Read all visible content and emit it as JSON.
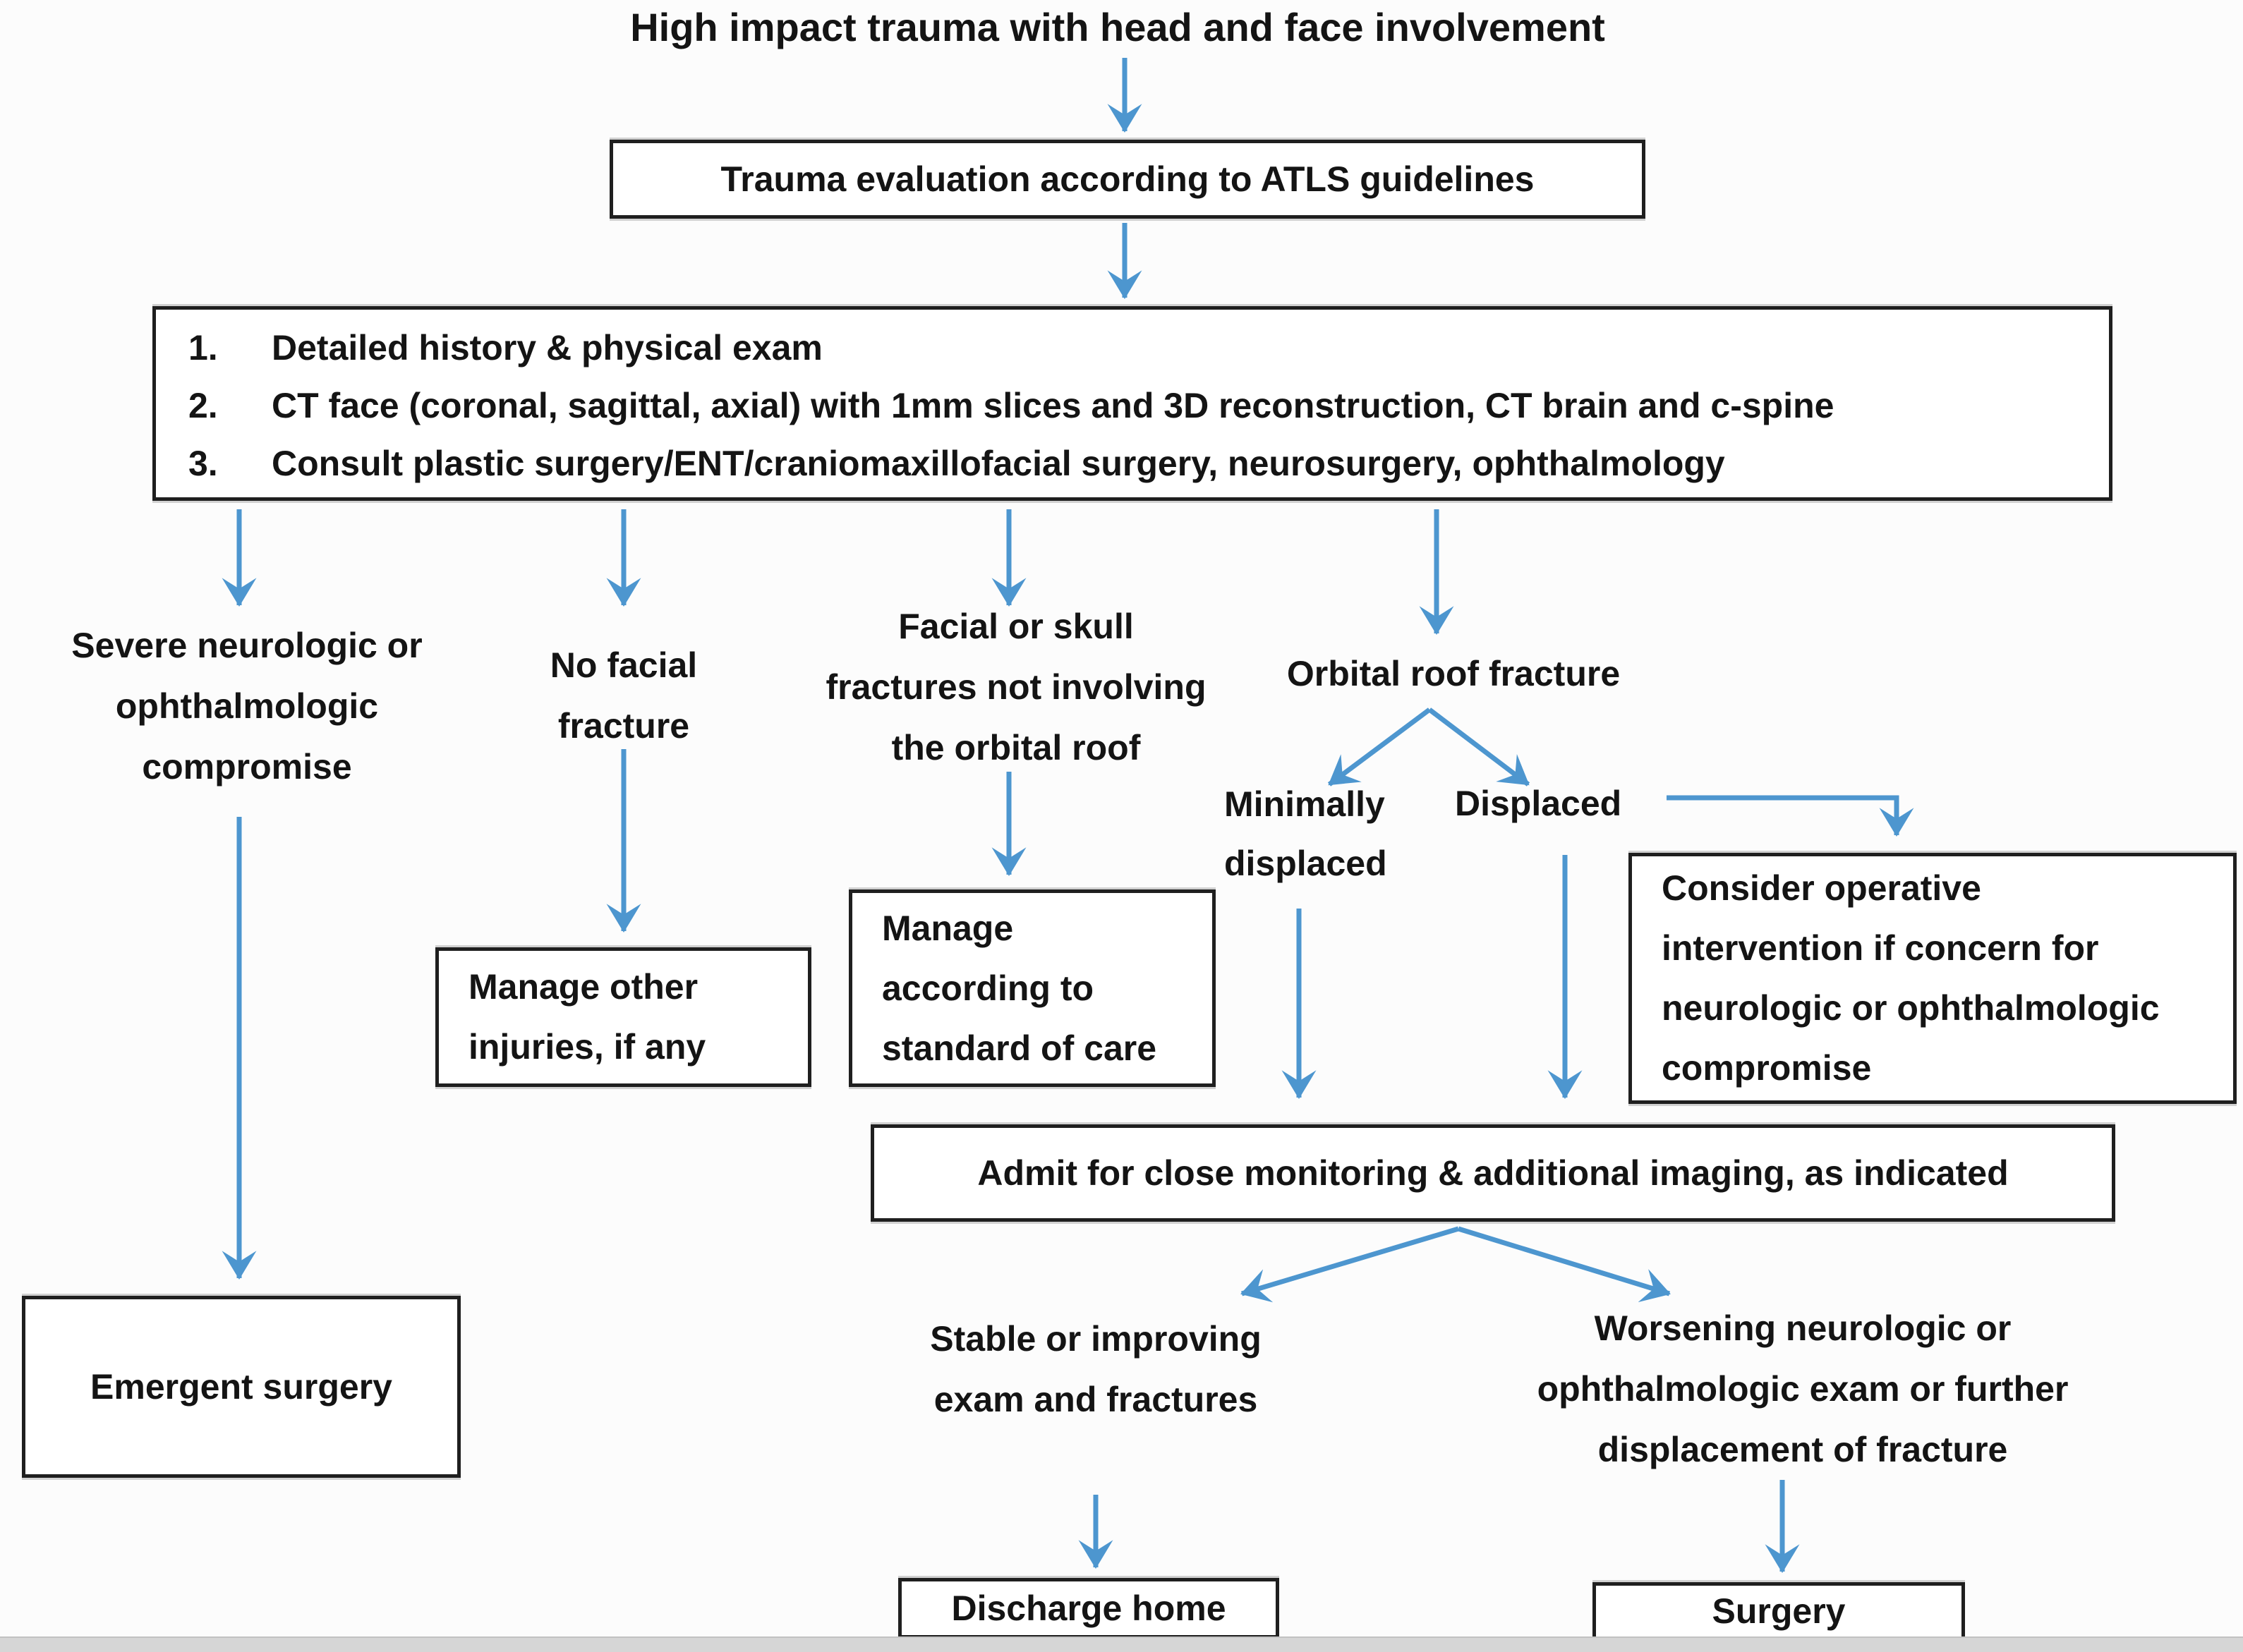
{
  "colors": {
    "arrow": "#4d96cf",
    "box_border": "#1f1f1f",
    "text": "#141414",
    "background": "#fcfcfc",
    "bottom_strip": "#d6d6d6"
  },
  "figure": {
    "title": "High impact trauma with head and face involvement"
  },
  "nodes": {
    "atls": {
      "label": "Trauma evaluation according to ATLS guidelines"
    },
    "workup": {
      "items": [
        {
          "num": "1.",
          "text": "Detailed history & physical exam"
        },
        {
          "num": "2.",
          "text": "CT face (coronal, sagittal, axial) with 1mm slices and 3D reconstruction, CT brain and c-spine"
        },
        {
          "num": "3.",
          "text": "Consult plastic surgery/ENT/craniomaxillofacial surgery, neurosurgery, ophthalmology"
        }
      ]
    },
    "severe": {
      "lines": [
        "Severe neurologic or",
        "ophthalmologic",
        "compromise"
      ]
    },
    "no_facial": {
      "lines": [
        "No facial",
        "fracture"
      ]
    },
    "facial_skull": {
      "lines": [
        "Facial or skull",
        "fractures not involving",
        "the orbital roof"
      ]
    },
    "orbital": {
      "label": "Orbital roof fracture"
    },
    "minimally": {
      "lines": [
        "Minimally",
        "displaced"
      ]
    },
    "displaced": {
      "label": "Displaced"
    },
    "consider": {
      "lines": [
        "Consider operative",
        "intervention if concern for",
        "neurologic or ophthalmologic",
        "compromise"
      ]
    },
    "manage_other": {
      "lines": [
        "Manage other",
        "injuries, if any"
      ]
    },
    "manage_standard": {
      "lines": [
        "Manage",
        "according to",
        "standard of care"
      ]
    },
    "emergent": {
      "label": "Emergent surgery"
    },
    "admit": {
      "label": "Admit for close monitoring & additional imaging, as indicated"
    },
    "stable": {
      "lines": [
        "Stable or improving",
        "exam and fractures"
      ]
    },
    "worsening": {
      "lines": [
        "Worsening neurologic or",
        "ophthalmologic exam or further",
        "displacement of fracture"
      ]
    },
    "discharge": {
      "label": "Discharge home"
    },
    "surgery": {
      "label": "Surgery"
    }
  }
}
